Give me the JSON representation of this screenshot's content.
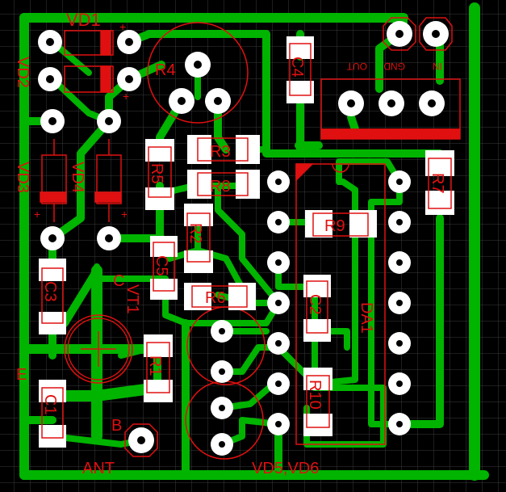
{
  "colors": {
    "background": "#000000",
    "grid": "#3a3a3a",
    "trace": "#00b400",
    "pad": "#ffffff",
    "silk": "#e01010",
    "silk_fill": "#e01010"
  },
  "labels": {
    "vd1": "VD1",
    "vd2": "VD2",
    "vd3": "VD3",
    "vd4": "VD4",
    "r1": "R1",
    "r2": "R2",
    "r3": "R3",
    "r4": "R4",
    "r5": "R5",
    "r6": "R6",
    "r7": "R7",
    "r8": "R8",
    "r9": "R9",
    "r10": "R10",
    "c1": "C1",
    "c2": "C2",
    "c3": "C3",
    "c4": "C4",
    "c5": "C5",
    "vt1": "VT1",
    "da1": "DA1",
    "vd5_vd6": "VD5,VD6",
    "ant": "ANT",
    "pin_c": "C",
    "pin_b": "B",
    "pin_e": "E",
    "reg_out": "OUT",
    "reg_gnd": "GND",
    "reg_in": "IN",
    "plus": "+"
  }
}
